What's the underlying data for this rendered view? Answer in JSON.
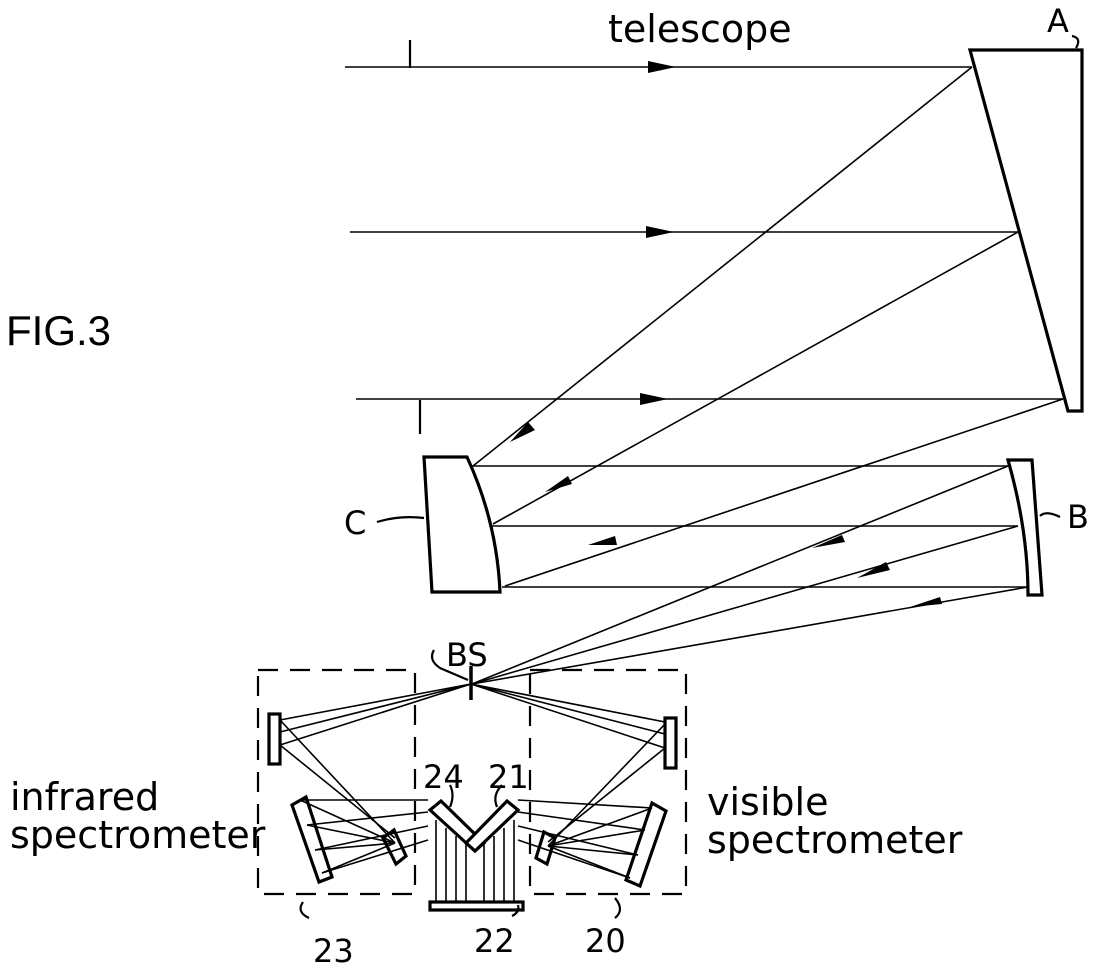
{
  "figure_label": "FIG.3",
  "labels": {
    "telescope": "telescope",
    "mirror_a": "A",
    "mirror_b": "B",
    "mirror_c": "C",
    "beam_splitter": "BS",
    "infrared_line1": "infrared",
    "infrared_line2": "spectrometer",
    "visible_line1": "visible",
    "visible_line2": "spectrometer",
    "ref_20": "20",
    "ref_21": "21",
    "ref_22": "22",
    "ref_23": "23",
    "ref_24": "24"
  }
}
